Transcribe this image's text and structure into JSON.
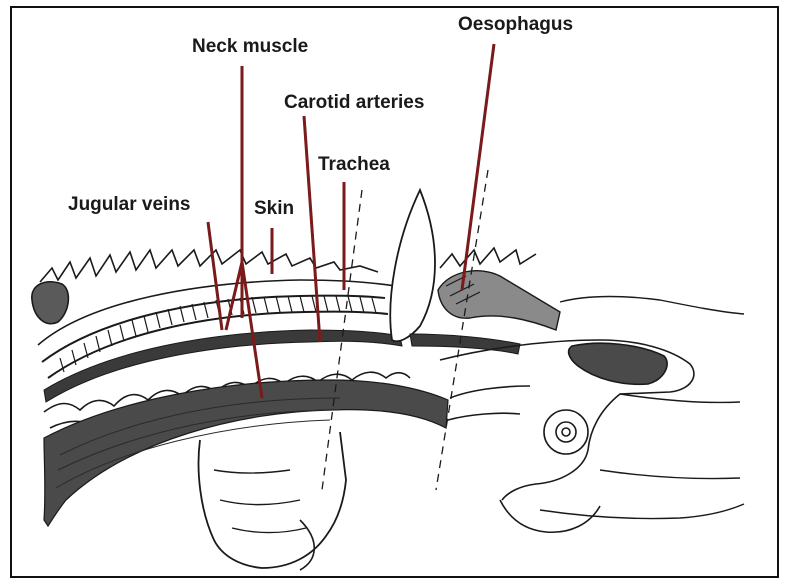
{
  "labels": {
    "neck_muscle": "Neck muscle",
    "oesophagus": "Oesophagus",
    "carotid_arteries": "Carotid arteries",
    "trachea": "Trachea",
    "jugular_veins": "Jugular veins",
    "skin": "Skin"
  },
  "colors": {
    "leader_line": "#7a1a1a",
    "ink": "#1a1a1a",
    "muscle_fill": "#555555",
    "frame": "#111111"
  }
}
